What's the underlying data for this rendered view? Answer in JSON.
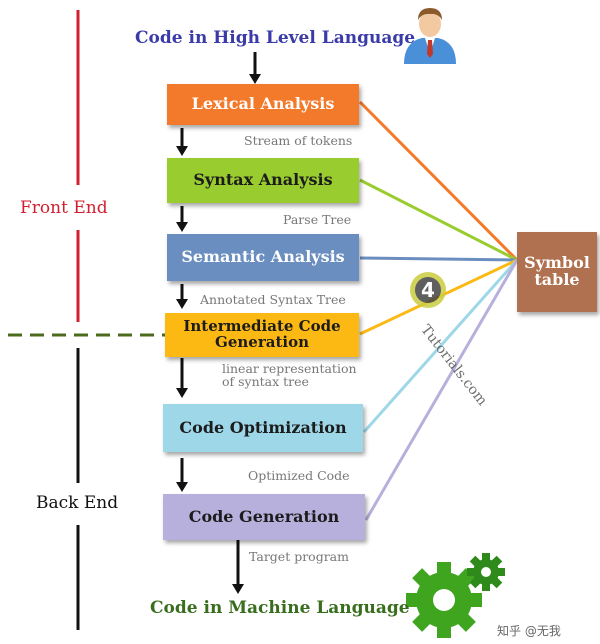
{
  "top_title": "Code in High Level Language",
  "bottom_title": "Code in Machine Language",
  "front_end": "Front End",
  "back_end": "Back End",
  "phases": [
    {
      "label": "Lexical Analysis",
      "color": "#F47A2B"
    },
    {
      "label": "Syntax  Analysis",
      "color": "#99CC2E"
    },
    {
      "label": "Semantic Analysis",
      "color": "#6A8EBF"
    },
    {
      "label": "Intermediate Code Generation",
      "color": "#FDB913"
    },
    {
      "label": "Code Optimization",
      "color": "#9DD7E8"
    },
    {
      "label": "Code Generation",
      "color": "#B8B0DC"
    }
  ],
  "edge_labels": [
    "Stream of tokens",
    "Parse Tree",
    "Annotated Syntax Tree",
    "linear representation of syntax tree",
    "Optimized Code",
    "Target program"
  ],
  "symbol_table": {
    "label": "Symbol table",
    "color": "#B07150"
  },
  "watermark": {
    "main": "Tutorials.com",
    "logo_letter": "4"
  },
  "corner_credit": "知乎 @无我",
  "colors": {
    "title_blue": "#3A3AA8",
    "title_green": "#3A6E1F",
    "front_red": "#D02030",
    "back_black": "#111111",
    "gear": "#3FA51F"
  }
}
